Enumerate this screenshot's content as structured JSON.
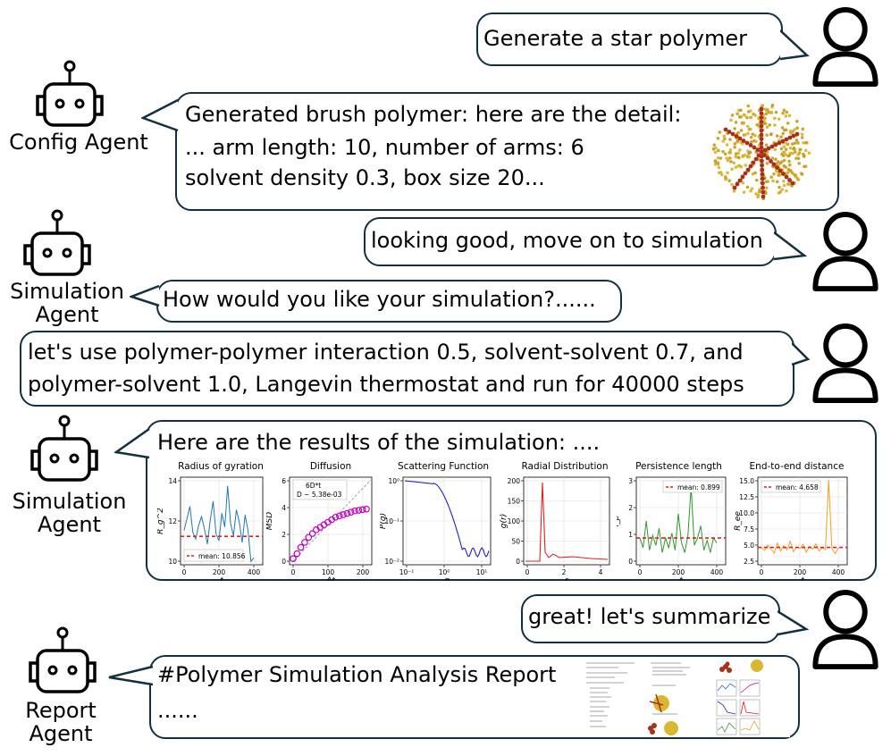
{
  "messages": {
    "m1": "Generate a star polymer",
    "m2": {
      "line1": "Generated brush polymer: here are the detail:",
      "line2": "... arm length: 10, number of arms: 6",
      "line3": "solvent density 0.3, box size 20..."
    },
    "m3": "looking good, move on to simulation",
    "m4": "How would you like your simulation?......",
    "m5": {
      "line1": "let's use polymer-polymer interaction 0.5, solvent-solvent 0.7, and",
      "line2": "polymer-solvent 1.0, Langevin thermostat and run for 40000 steps"
    },
    "m6": "Here are the results of the simulation: ....",
    "m7": "great! let's summarize",
    "m8": {
      "line1": "#Polymer Simulation Analysis Report",
      "line2": "......"
    }
  },
  "agents": {
    "config": "Config Agent",
    "sim1": [
      "Simulation",
      "Agent"
    ],
    "sim2": [
      "Simulation",
      "Agent"
    ],
    "report": [
      "Report",
      "Agent"
    ]
  },
  "plots": {
    "rg": {
      "title": "Radius of gyration",
      "legend": "mean: 10.856",
      "xlabel": "t",
      "ylabel": "R_g^2",
      "yticks": [
        "10",
        "12",
        "14"
      ],
      "xticks": [
        "0",
        "200",
        "400"
      ]
    },
    "diff": {
      "title": "Diffusion",
      "legend1": "6D*t",
      "legend2": "D ~ 5.38e-03",
      "xlabel": "Δt",
      "ylabel": "MSD",
      "yticks": [
        "0",
        "2",
        "4",
        "6"
      ],
      "xticks": [
        "0",
        "100",
        "200"
      ]
    },
    "scat": {
      "title": "Scattering Function",
      "xlabel": "q",
      "ylabel": "P(q)",
      "yticks": [
        "10⁰",
        "10⁻¹",
        "10⁻²"
      ],
      "xticks": [
        "10⁻¹",
        "10⁰",
        "10¹"
      ]
    },
    "rdf": {
      "title": "Radial Distribution",
      "xlabel": "r",
      "ylabel": "g(r)",
      "yticks": [
        "0",
        "50",
        "100",
        "150",
        "200"
      ],
      "xticks": [
        "0",
        "2",
        "4"
      ]
    },
    "pers": {
      "title": "Persistence length",
      "legend": "mean: 0.899",
      "xlabel": "t",
      "ylabel": "l_p",
      "yticks": [
        "0",
        "1",
        "2",
        "3"
      ],
      "xticks": [
        "0",
        "200",
        "400"
      ]
    },
    "ete": {
      "title": "End-to-end distance",
      "legend": "mean: 4.658",
      "xlabel": "t",
      "ylabel": "R_ee",
      "yticks": [
        "2.5",
        "5.0",
        "7.5",
        "10.0",
        "12.5",
        "15.0"
      ],
      "xticks": [
        "0",
        "200",
        "400"
      ]
    }
  },
  "colors": {
    "bubble_border": "#123040",
    "rg_line": "#1f77b4",
    "diff_marker": "#c000c0",
    "scat_line": "#2020d0",
    "rdf_line": "#e02020",
    "pers_line": "#2a9a2a",
    "ete_line": "#f0a020",
    "mean_line": "#e02020"
  }
}
